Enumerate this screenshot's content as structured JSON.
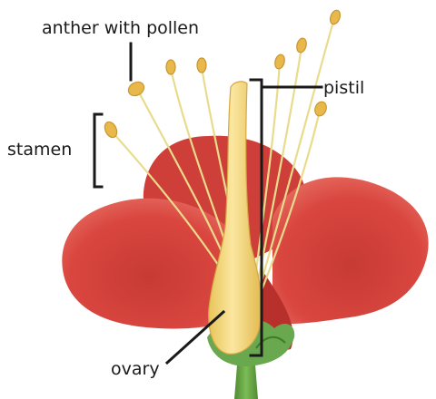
{
  "labels": {
    "anther": "anther with pollen",
    "pistil": "pistil",
    "stamen": "stamen",
    "ovary": "ovary"
  },
  "colors": {
    "petal": "#d9463f",
    "petal_shadow": "#b8302c",
    "pistil": "#f3d67a",
    "stamen_filament": "#e8dc8c",
    "anther": "#e8b94a",
    "sepal": "#6aa84f",
    "stem": "#5f9e3f",
    "leader_line": "#1a1a1a"
  }
}
